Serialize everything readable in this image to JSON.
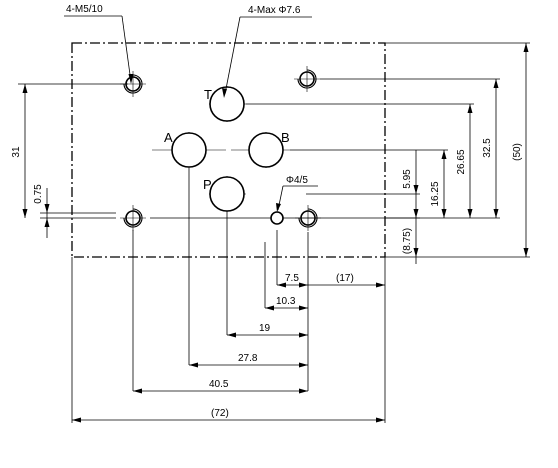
{
  "callouts": {
    "thread": "4-M5/10",
    "port_size": "4-Max Φ7.6",
    "pin": "Φ4/5"
  },
  "ports": {
    "t": "T",
    "a": "A",
    "b": "B",
    "p": "P"
  },
  "dims": {
    "overall_height": "(50)",
    "d32_5": "32.5",
    "d26_65": "26.65",
    "d16_25": "16.25",
    "d5_95": "5.95",
    "d8_75": "(8.75)",
    "d31": "31",
    "d0_75": "0.75",
    "d7_5": "7.5",
    "d17": "(17)",
    "d10_3": "10.3",
    "d19": "19",
    "d27_8": "27.8",
    "d40_5": "40.5",
    "overall_width": "(72)"
  }
}
